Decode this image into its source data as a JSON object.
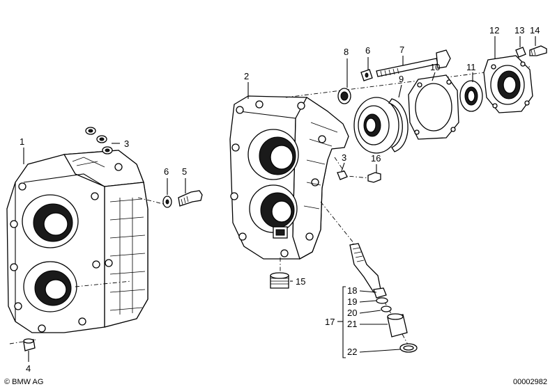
{
  "labels": {
    "1": "1",
    "2": "2",
    "3a": "3",
    "3b": "3",
    "4": "4",
    "5": "5",
    "6a": "6",
    "6b": "6",
    "7": "7",
    "8": "8",
    "9": "9",
    "10": "10",
    "11": "11",
    "12": "12",
    "13": "13",
    "14": "14",
    "15": "15",
    "16": "16",
    "17": "17",
    "18": "18",
    "19": "19",
    "20": "20",
    "21": "21",
    "22": "22"
  },
  "footer": {
    "copyright": "© BMW AG",
    "diagram_number": "00002982"
  }
}
